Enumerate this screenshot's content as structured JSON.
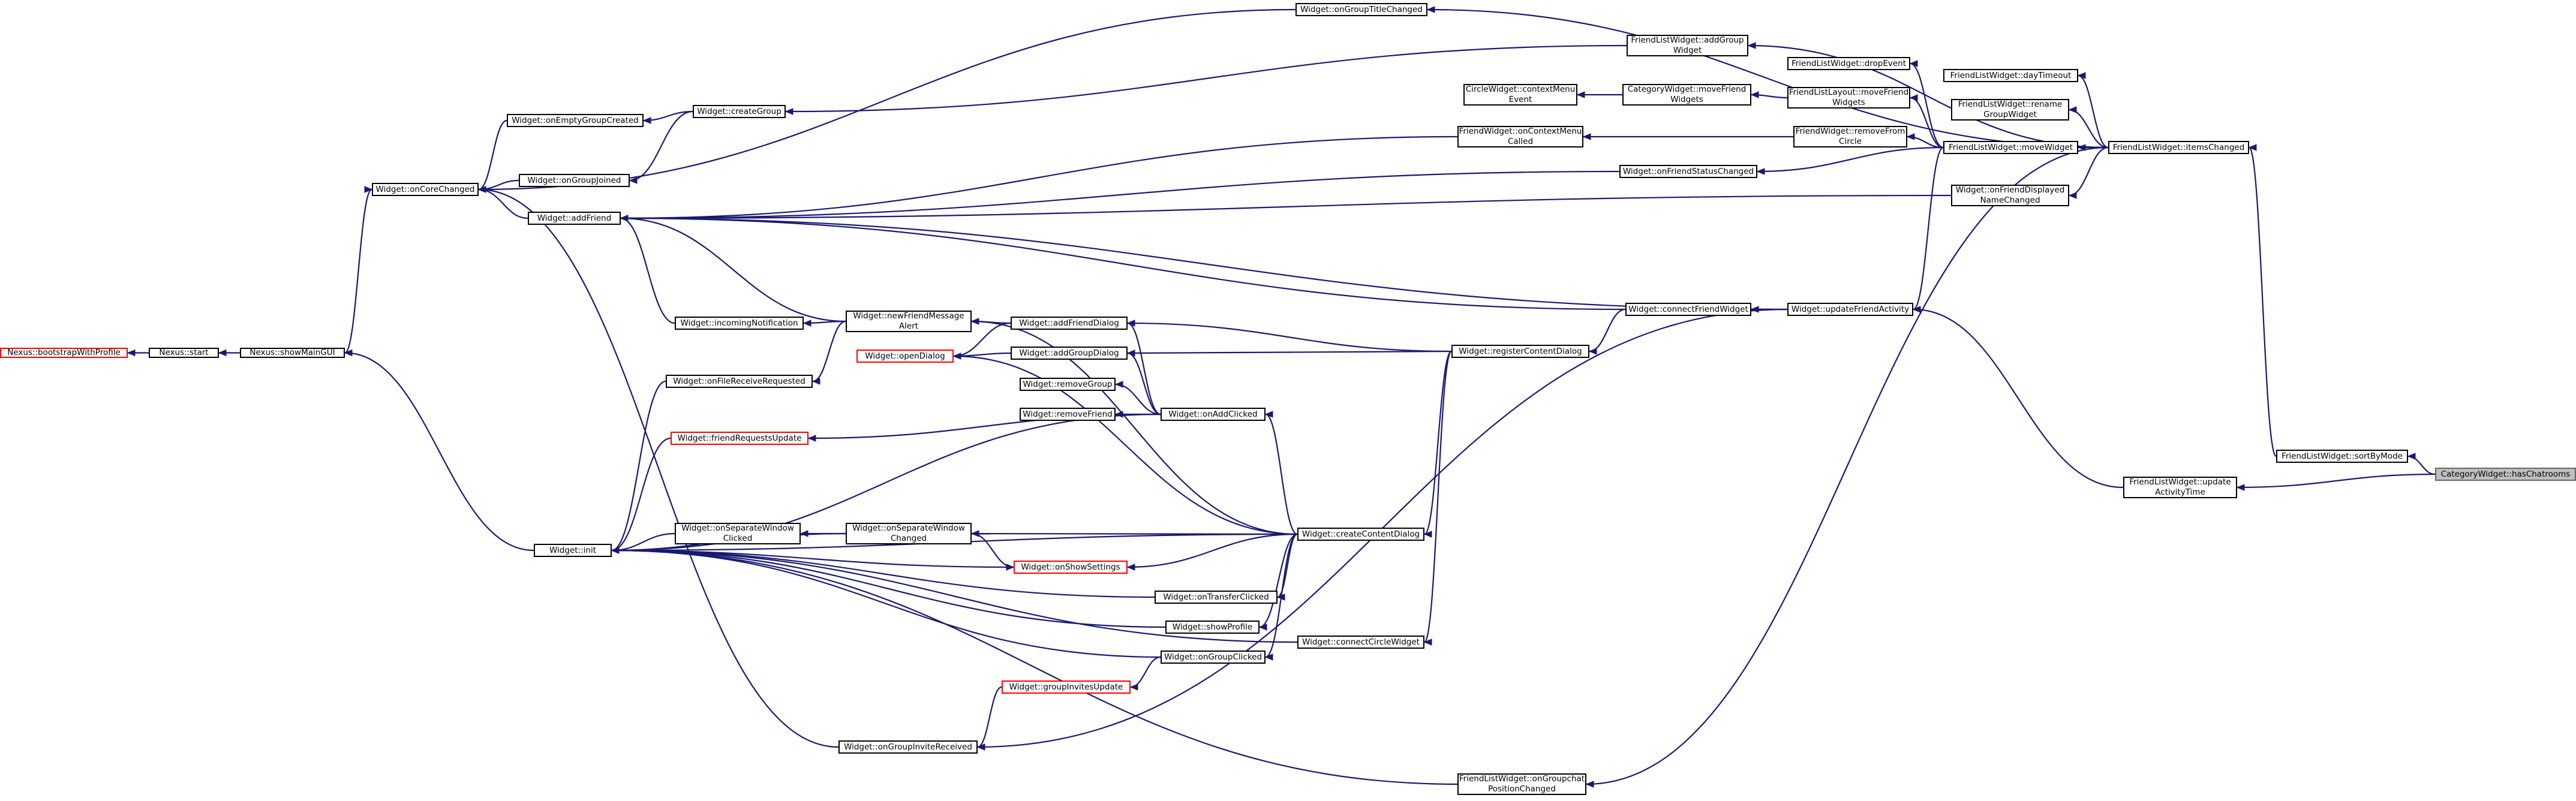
{
  "diagram": {
    "nodes": [
      {
        "id": "bootstrap",
        "label": "Nexus::bootstrapWithProfile",
        "style": "red"
      },
      {
        "id": "nexusStart",
        "label": "Nexus::start",
        "style": "normal"
      },
      {
        "id": "showMainGUI",
        "label": "Nexus::showMainGUI",
        "style": "normal"
      },
      {
        "id": "onCoreChanged",
        "label": "Widget::onCoreChanged",
        "style": "normal"
      },
      {
        "id": "onEmptyGroupCreated",
        "label": "Widget::onEmptyGroupCreated",
        "style": "normal"
      },
      {
        "id": "onGroupJoined",
        "label": "Widget::onGroupJoined",
        "style": "normal"
      },
      {
        "id": "addFriend",
        "label": "Widget::addFriend",
        "style": "normal"
      },
      {
        "id": "createGroup",
        "label": "Widget::createGroup",
        "style": "normal"
      },
      {
        "id": "incomingNotification",
        "label": "Widget::incomingNotification",
        "style": "normal"
      },
      {
        "id": "onFileReceiveRequested",
        "label": "Widget::onFileReceiveRequested",
        "style": "normal"
      },
      {
        "id": "friendRequestsUpdate",
        "label": "Widget::friendRequestsUpdate",
        "style": "red"
      },
      {
        "id": "init",
        "label": "Widget::init",
        "style": "normal"
      },
      {
        "id": "onSeparateWindowClicked",
        "label": "Widget::onSeparateWindow\nClicked",
        "style": "normal"
      },
      {
        "id": "newFriendMessageAlert",
        "label": "Widget::newFriendMessage\nAlert",
        "style": "normal"
      },
      {
        "id": "openDialog",
        "label": "Widget::openDialog",
        "style": "red"
      },
      {
        "id": "addFriendDialog",
        "label": "Widget::addFriendDialog",
        "style": "normal"
      },
      {
        "id": "addGroupDialog",
        "label": "Widget::addGroupDialog",
        "style": "normal"
      },
      {
        "id": "removeGroup",
        "label": "Widget::removeGroup",
        "style": "normal"
      },
      {
        "id": "removeFriend",
        "label": "Widget::removeFriend",
        "style": "normal"
      },
      {
        "id": "onAddClicked",
        "label": "Widget::onAddClicked",
        "style": "normal"
      },
      {
        "id": "onSeparateWindowChanged",
        "label": "Widget::onSeparateWindow\nChanged",
        "style": "normal"
      },
      {
        "id": "onShowSettings",
        "label": "Widget::onShowSettings",
        "style": "red"
      },
      {
        "id": "onTransferClicked",
        "label": "Widget::onTransferClicked",
        "style": "normal"
      },
      {
        "id": "showProfile",
        "label": "Widget::showProfile",
        "style": "normal"
      },
      {
        "id": "onGroupClicked",
        "label": "Widget::onGroupClicked",
        "style": "normal"
      },
      {
        "id": "groupInvitesUpdate",
        "label": "Widget::groupInvitesUpdate",
        "style": "red"
      },
      {
        "id": "onGroupInviteReceived",
        "label": "Widget::onGroupInviteReceived",
        "style": "normal"
      },
      {
        "id": "createContentDialog",
        "label": "Widget::createContentDialog",
        "style": "normal"
      },
      {
        "id": "connectCircleWidget",
        "label": "Widget::connectCircleWidget",
        "style": "normal"
      },
      {
        "id": "registerContentDialog",
        "label": "Widget::registerContentDialog",
        "style": "normal"
      },
      {
        "id": "onGroupTitleChanged",
        "label": "Widget::onGroupTitleChanged",
        "style": "normal"
      },
      {
        "id": "flwAddGroupWidget",
        "label": "FriendListWidget::addGroup\nWidget",
        "style": "normal"
      },
      {
        "id": "circleContextMenuEvent",
        "label": "CircleWidget::contextMenu\nEvent",
        "style": "normal"
      },
      {
        "id": "catMoveFriendWidgets",
        "label": "CategoryWidget::moveFriend\nWidgets",
        "style": "normal"
      },
      {
        "id": "fwOnContextMenuCalled",
        "label": "FriendWidget::onContextMenu\nCalled",
        "style": "normal"
      },
      {
        "id": "onFriendStatusChanged",
        "label": "Widget::onFriendStatusChanged",
        "style": "normal"
      },
      {
        "id": "connectFriendWidget",
        "label": "Widget::connectFriendWidget",
        "style": "normal"
      },
      {
        "id": "onGroupchatPositionChanged",
        "label": "FriendListWidget::onGroupchat\nPositionChanged",
        "style": "normal"
      },
      {
        "id": "flwDropEvent",
        "label": "FriendListWidget::dropEvent",
        "style": "normal"
      },
      {
        "id": "layoutMoveFriendWidgets",
        "label": "FriendListLayout::moveFriend\nWidgets",
        "style": "normal"
      },
      {
        "id": "fwRemoveFromCircle",
        "label": "FriendWidget::removeFrom\nCircle",
        "style": "normal"
      },
      {
        "id": "updateFriendActivity",
        "label": "Widget::updateFriendActivity",
        "style": "normal"
      },
      {
        "id": "flwDayTimeout",
        "label": "FriendListWidget::dayTimeout",
        "style": "normal"
      },
      {
        "id": "flwRenameGroupWidget",
        "label": "FriendListWidget::rename\nGroupWidget",
        "style": "normal"
      },
      {
        "id": "flwMoveWidget",
        "label": "FriendListWidget::moveWidget",
        "style": "normal"
      },
      {
        "id": "onFriendDisplayedNameChanged",
        "label": "Widget::onFriendDisplayed\nNameChanged",
        "style": "normal"
      },
      {
        "id": "flwUpdateActivityTime",
        "label": "FriendListWidget::update\nActivityTime",
        "style": "normal"
      },
      {
        "id": "flwItemsChanged",
        "label": "FriendListWidget::itemsChanged",
        "style": "normal"
      },
      {
        "id": "flwSortByMode",
        "label": "FriendListWidget::sortByMode",
        "style": "normal"
      },
      {
        "id": "hasChatrooms",
        "label": "CategoryWidget::hasChatrooms",
        "style": "focus"
      }
    ],
    "edges": [
      [
        "hasChatrooms",
        "flwSortByMode"
      ],
      [
        "hasChatrooms",
        "flwUpdateActivityTime"
      ],
      [
        "flwSortByMode",
        "flwItemsChanged"
      ],
      [
        "flwUpdateActivityTime",
        "updateFriendActivity"
      ],
      [
        "flwItemsChanged",
        "onGroupTitleChanged"
      ],
      [
        "flwItemsChanged",
        "flwAddGroupWidget"
      ],
      [
        "flwItemsChanged",
        "flwDayTimeout"
      ],
      [
        "flwItemsChanged",
        "flwRenameGroupWidget"
      ],
      [
        "flwItemsChanged",
        "flwMoveWidget"
      ],
      [
        "flwItemsChanged",
        "onFriendDisplayedNameChanged"
      ],
      [
        "flwItemsChanged",
        "onGroupchatPositionChanged"
      ],
      [
        "flwMoveWidget",
        "flwDropEvent"
      ],
      [
        "flwMoveWidget",
        "layoutMoveFriendWidgets"
      ],
      [
        "flwMoveWidget",
        "fwRemoveFromCircle"
      ],
      [
        "flwMoveWidget",
        "onFriendStatusChanged"
      ],
      [
        "flwMoveWidget",
        "updateFriendActivity"
      ],
      [
        "layoutMoveFriendWidgets",
        "catMoveFriendWidgets"
      ],
      [
        "catMoveFriendWidgets",
        "circleContextMenuEvent"
      ],
      [
        "fwRemoveFromCircle",
        "fwOnContextMenuCalled"
      ],
      [
        "fwOnContextMenuCalled",
        "addFriend"
      ],
      [
        "updateFriendActivity",
        "connectFriendWidget"
      ],
      [
        "updateFriendActivity",
        "addFriend"
      ],
      [
        "updateFriendActivity",
        "onGroupInviteReceived"
      ],
      [
        "connectFriendWidget",
        "registerContentDialog"
      ],
      [
        "connectFriendWidget",
        "addFriend"
      ],
      [
        "registerContentDialog",
        "createContentDialog"
      ],
      [
        "registerContentDialog",
        "connectCircleWidget"
      ],
      [
        "registerContentDialog",
        "addFriendDialog"
      ],
      [
        "registerContentDialog",
        "addGroupDialog"
      ],
      [
        "createContentDialog",
        "onAddClicked"
      ],
      [
        "createContentDialog",
        "newFriendMessageAlert"
      ],
      [
        "createContentDialog",
        "openDialog"
      ],
      [
        "createContentDialog",
        "onSeparateWindowChanged"
      ],
      [
        "createContentDialog",
        "onShowSettings"
      ],
      [
        "createContentDialog",
        "onTransferClicked"
      ],
      [
        "createContentDialog",
        "showProfile"
      ],
      [
        "createContentDialog",
        "onGroupClicked"
      ],
      [
        "createContentDialog",
        "init"
      ],
      [
        "onAddClicked",
        "addFriendDialog"
      ],
      [
        "onAddClicked",
        "addGroupDialog"
      ],
      [
        "onAddClicked",
        "removeGroup"
      ],
      [
        "onAddClicked",
        "removeFriend"
      ],
      [
        "onAddClicked",
        "friendRequestsUpdate"
      ],
      [
        "onAddClicked",
        "init"
      ],
      [
        "addFriendDialog",
        "openDialog"
      ],
      [
        "addFriendDialog",
        "newFriendMessageAlert"
      ],
      [
        "addGroupDialog",
        "openDialog"
      ],
      [
        "newFriendMessageAlert",
        "addFriend"
      ],
      [
        "newFriendMessageAlert",
        "incomingNotification"
      ],
      [
        "newFriendMessageAlert",
        "onFileReceiveRequested"
      ],
      [
        "onSeparateWindowChanged",
        "onSeparateWindowClicked"
      ],
      [
        "onSeparateWindowChanged",
        "onShowSettings"
      ],
      [
        "onSeparateWindowChanged",
        "init"
      ],
      [
        "onSeparateWindowClicked",
        "init"
      ],
      [
        "onShowSettings",
        "init"
      ],
      [
        "onTransferClicked",
        "init"
      ],
      [
        "showProfile",
        "init"
      ],
      [
        "onGroupClicked",
        "groupInvitesUpdate"
      ],
      [
        "onGroupClicked",
        "init"
      ],
      [
        "groupInvitesUpdate",
        "onGroupInviteReceived"
      ],
      [
        "connectCircleWidget",
        "init"
      ],
      [
        "onGroupInviteReceived",
        "onCoreChanged"
      ],
      [
        "incomingNotification",
        "addFriend"
      ],
      [
        "onFileReceiveRequested",
        "init"
      ],
      [
        "friendRequestsUpdate",
        "init"
      ],
      [
        "init",
        "showMainGUI"
      ],
      [
        "showMainGUI",
        "nexusStart"
      ],
      [
        "nexusStart",
        "bootstrap"
      ],
      [
        "showMainGUI",
        "onCoreChanged"
      ],
      [
        "onGroupTitleChanged",
        "onCoreChanged"
      ],
      [
        "flwAddGroupWidget",
        "createGroup"
      ],
      [
        "createGroup",
        "onEmptyGroupCreated"
      ],
      [
        "createGroup",
        "onGroupJoined"
      ],
      [
        "onEmptyGroupCreated",
        "onCoreChanged"
      ],
      [
        "onGroupJoined",
        "onCoreChanged"
      ],
      [
        "addFriend",
        "onCoreChanged"
      ],
      [
        "onFriendStatusChanged",
        "addFriend"
      ],
      [
        "onFriendDisplayedNameChanged",
        "addFriend"
      ],
      [
        "onGroupchatPositionChanged",
        "init"
      ]
    ]
  }
}
